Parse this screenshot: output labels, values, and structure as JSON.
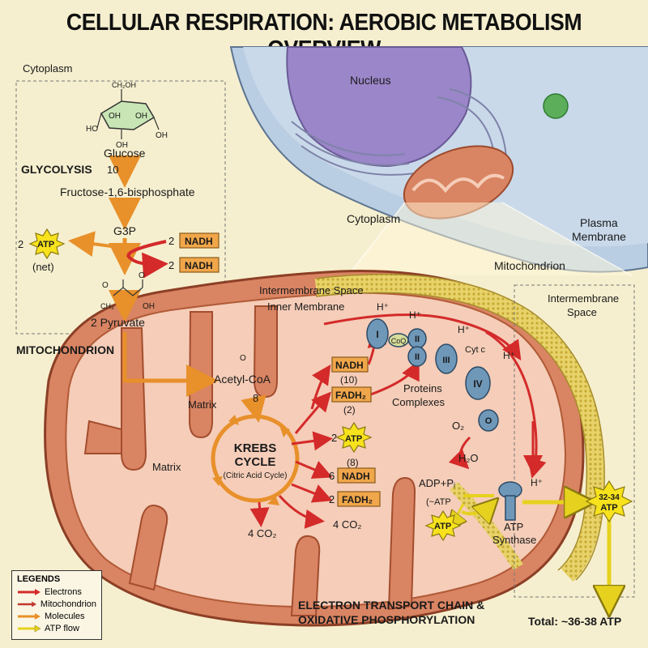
{
  "title": "CELLULAR RESPIRATION: AEROBIC METABOLISM OVERVIEW",
  "labels": {
    "cytoplasm_top": "Cytoplasm",
    "nucleus": "Nucleus",
    "cytoplasm_cell": "Cytoplasm",
    "plasma_membrane_1": "Plasma",
    "plasma_membrane_2": "Membrane",
    "mitochondrion_cell": "Mitochondrion",
    "glucose_ch2oh": "CH₂OH",
    "glucose_oh_left": "OH",
    "glucose_oh_right": "OH",
    "glucose_ho_bl": "HO",
    "glucose_oh_br": "OH",
    "glucose_oh_bottom": "OH",
    "glucose": "Glucose",
    "glycolysis": "GLYCOLYSIS",
    "glycolysis_steps": "10",
    "fructose": "Fructose-1,6-bisphosphate",
    "g3p": "G3P",
    "atp_net_count": "2",
    "atp": "ATP",
    "net": "(net)",
    "nadh_count_1": "2",
    "nadh_count_2": "2",
    "nadh": "NADH",
    "pyruvate_o_left": "O",
    "pyruvate_o_right": "O",
    "pyruvate_ch3": "CH₃",
    "pyruvate_oh": "OH",
    "pyruvate": "2 Pyruvate",
    "mitochondrion_section": "MITOCHONDRION",
    "intermembrane_space": "Intermembrane Space",
    "inner_membrane": "Inner Membrane",
    "intermembrane_space_right_1": "Intermembrane",
    "intermembrane_space_right_2": "Space",
    "acetyl_coa": "Acetyl-CoA",
    "acetyl_o": "O",
    "matrix_upper": "Matrix",
    "matrix_lower": "Matrix",
    "krebs_turns": "8",
    "krebs_1": "KREBS",
    "krebs_2": "CYCLE",
    "krebs_3": "(Citric Acid Cycle)",
    "krebs_atp_count": "2",
    "krebs_nadh_count": "6",
    "krebs_nadh_paren": "(8)",
    "krebs_fadh2_count": "2",
    "fadh2": "FADH₂",
    "co2_left": "4 CO₂",
    "co2_right": "4 CO₂",
    "etc_nadh_paren": "(10)",
    "etc_fadh2_paren": "(2)",
    "complex_1": "I",
    "complex_coq": "CoQ",
    "complex_2a": "II",
    "complex_2b": "II",
    "complex_3": "III",
    "complex_4": "IV",
    "complex_0": "O",
    "cyt_c": "Cyt c",
    "proteins": "Proteins",
    "complexes": "Complexes",
    "hplus_1": "H⁺",
    "hplus_2": "H⁺",
    "hplus_3": "H⁺",
    "hplus_4": "H⁺",
    "hplus_5": "H⁺",
    "o2": "O₂",
    "h2o": "H₂O",
    "adp": "ADP+Pᵢ",
    "atp_approx": "(~ATP",
    "atp_synthase_1": "ATP",
    "atp_synthase_2": "Synthase",
    "atp_32_34": "32-34",
    "etc_title_1": "ELECTRON TRANSPORT CHAIN &",
    "etc_title_2": "OXIDATIVE PHOSPHORYLATION",
    "total": "Total: ~36-38 ATP"
  },
  "legend": {
    "title": "LEGENDS",
    "items": [
      {
        "label": "Electrons",
        "color": "#d42a2a"
      },
      {
        "label": "Mitochondrion",
        "color": "#c0392b"
      },
      {
        "label": "Molecules",
        "color": "#e8902a"
      },
      {
        "label": "ATP flow",
        "color": "#e6d21e"
      }
    ]
  },
  "colors": {
    "background": "#f6efcf",
    "cell_blue": "#b9cde3",
    "nucleus_purple": "#9b86c9",
    "mito_outer": "#d98463",
    "mito_inner": "#f5cdb8",
    "electron_red": "#d42a2a",
    "molecule_orange": "#e8902a",
    "atp_yellow": "#f7e21c",
    "complex_blue": "#6f97b8"
  }
}
